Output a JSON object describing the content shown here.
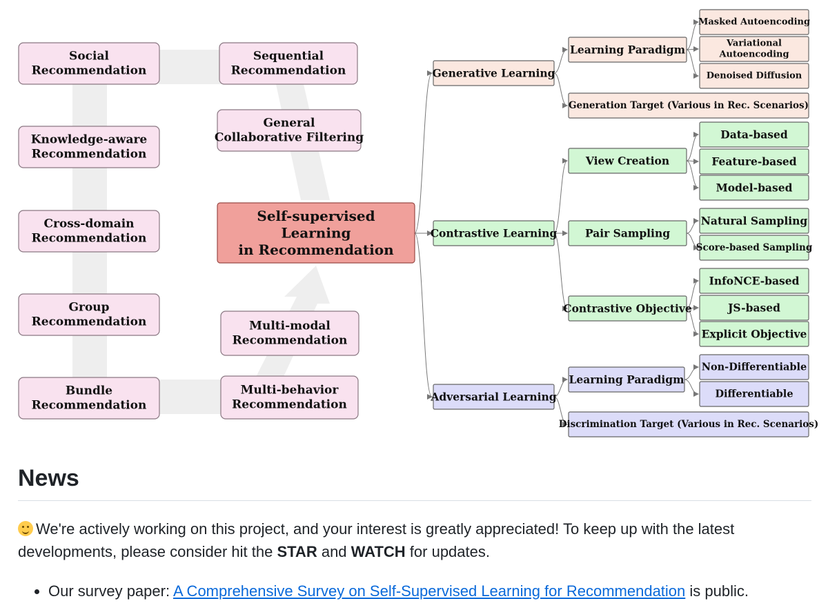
{
  "diagram": {
    "left_nodes": [
      {
        "key": "social",
        "lines": [
          "Social",
          "Recommendation"
        ]
      },
      {
        "key": "knowledge",
        "lines": [
          "Knowledge-aware",
          "Recommendation"
        ]
      },
      {
        "key": "crossdomain",
        "lines": [
          "Cross-domain",
          "Recommendation"
        ]
      },
      {
        "key": "group",
        "lines": [
          "Group",
          "Recommendation"
        ]
      },
      {
        "key": "bundle",
        "lines": [
          "Bundle",
          "Recommendation"
        ]
      },
      {
        "key": "sequential",
        "lines": [
          "Sequential",
          "Recommendation"
        ]
      },
      {
        "key": "general-cf",
        "lines": [
          "General",
          "Collaborative Filtering"
        ]
      },
      {
        "key": "multimodal",
        "lines": [
          "Multi-modal",
          "Recommendation"
        ]
      },
      {
        "key": "multibehavior",
        "lines": [
          "Multi-behavior",
          "Recommendation"
        ]
      }
    ],
    "center": {
      "lines": [
        "Self-supervised",
        "Learning",
        "in Recommendation"
      ]
    },
    "branches": [
      {
        "key": "generative",
        "label": "Generative Learning",
        "color": "#fbe8e0",
        "children": [
          {
            "key": "gen-paradigm",
            "label": "Learning Paradigm",
            "children": [
              "Masked Autoencoding",
              "Variational Autoencoding",
              "Denoised Diffusion"
            ]
          },
          {
            "key": "gen-target",
            "label": "Generation Target (Various in Rec. Scenarios)",
            "children": []
          }
        ]
      },
      {
        "key": "contrastive",
        "label": "Contrastive Learning",
        "color": "#d2f7d4",
        "children": [
          {
            "key": "view-creation",
            "label": "View Creation",
            "children": [
              "Data-based",
              "Feature-based",
              "Model-based"
            ]
          },
          {
            "key": "pair-sampling",
            "label": "Pair Sampling",
            "children": [
              "Natural Sampling",
              "Score-based Sampling"
            ]
          },
          {
            "key": "contrastive-objective",
            "label": "Contrastive Objective",
            "children": [
              "InfoNCE-based",
              "JS-based",
              "Explicit Objective"
            ]
          }
        ]
      },
      {
        "key": "adversarial",
        "label": "Adversarial Learning",
        "color": "#dcdcf9",
        "children": [
          {
            "key": "adv-paradigm",
            "label": "Learning Paradigm",
            "children": [
              "Non-Differentiable",
              "Differentiable"
            ]
          },
          {
            "key": "adv-target",
            "label": "Discrimination Target (Various in Rec. Scenarios)",
            "children": []
          }
        ]
      }
    ],
    "colors": {
      "left_fill": "#f9e2ef",
      "left_stroke": "#8a7782",
      "center_fill": "#f0a09b",
      "center_stroke": "#9a4a46",
      "connector": "#777777",
      "band": "#eeeeee"
    }
  },
  "news": {
    "heading": "News",
    "intro": "We're actively working on this project, and your interest is greatly appreciated! To keep up with the latest developments, please consider hit the ",
    "star": "STAR",
    "and": " and ",
    "watch": "WATCH",
    "tail": " for updates.",
    "item_prefix": "Our survey paper: ",
    "item_link": "A Comprehensive Survey on Self-Supervised Learning for Recommendation",
    "item_suffix": " is public."
  }
}
